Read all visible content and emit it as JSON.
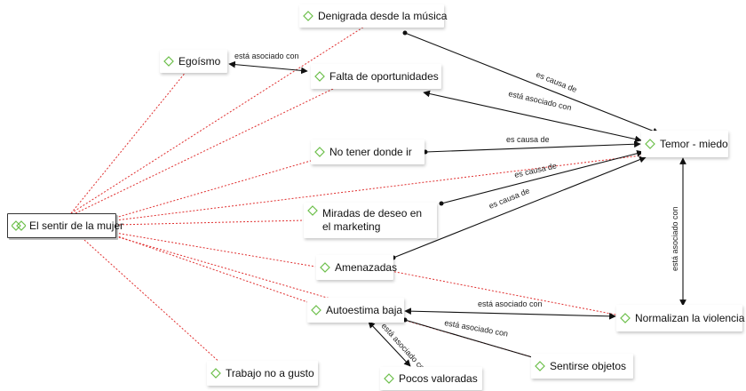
{
  "root": {
    "label": "El sentir de la mujer"
  },
  "nodes": {
    "denigrada": "Denigrada desde la música",
    "egoismo": "Egoísmo",
    "falta": "Falta de oportunidades",
    "no_tener": "No tener donde ir",
    "temor": "Temor - miedo",
    "miradas": "Miradas de deseo en el marketing",
    "amenazadas": "Amenazadas",
    "autoestima": "Autoestima baja",
    "normalizan": "Normalizan la violencia",
    "sentirse": "Sentirse objetos",
    "trabajo": "Trabajo no a gusto",
    "pocos": "Pocos valoradas"
  },
  "relations": {
    "egoismo_falta": "está asociado con",
    "denigrada_temor": "es causa de",
    "falta_temor": "está asociado con",
    "no_tener_temor": "es causa de",
    "miradas_temor": "es causa de",
    "amenazadas_temor": "es causa de",
    "temor_normalizan": "está asociado con",
    "autoestima_normalizan": "está asociado con",
    "autoestima_sentirse": "está asociado con",
    "autoestima_pocos": "está asociado con"
  },
  "colors": {
    "node_accent": "#6cbf4a",
    "dashed_link": "#e03030",
    "solid_link": "#111111"
  }
}
